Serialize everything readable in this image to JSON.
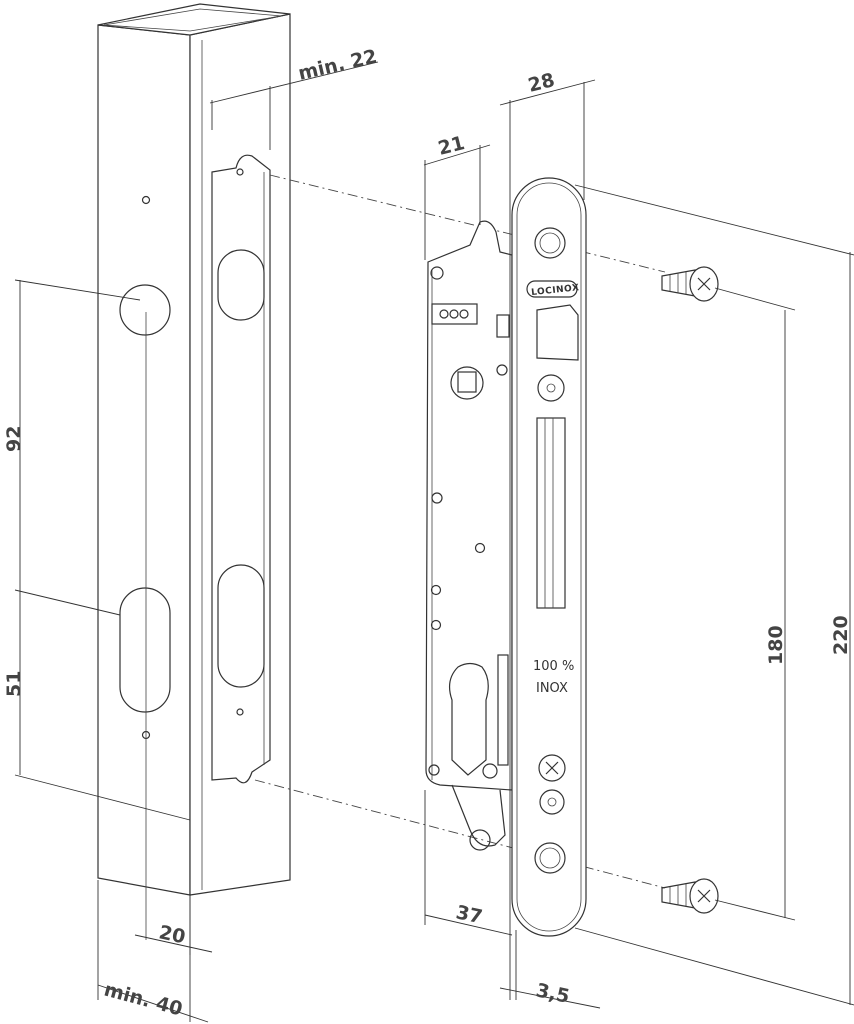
{
  "diagram": {
    "brand_mark": "LOCINOX",
    "faceplate_text": [
      "100 %",
      "INOX"
    ],
    "dimensions": {
      "post_min_depth": "min. 22",
      "hole_spacing_upper": "92",
      "hole_spacing_lower": "51",
      "hole_offset": "20",
      "post_min_width": "min. 40",
      "case_depth_top": "21",
      "faceplate_width": "28",
      "backset": "37",
      "faceplate_thickness": "3,5",
      "screw_spacing": "180",
      "faceplate_length": "220"
    }
  }
}
